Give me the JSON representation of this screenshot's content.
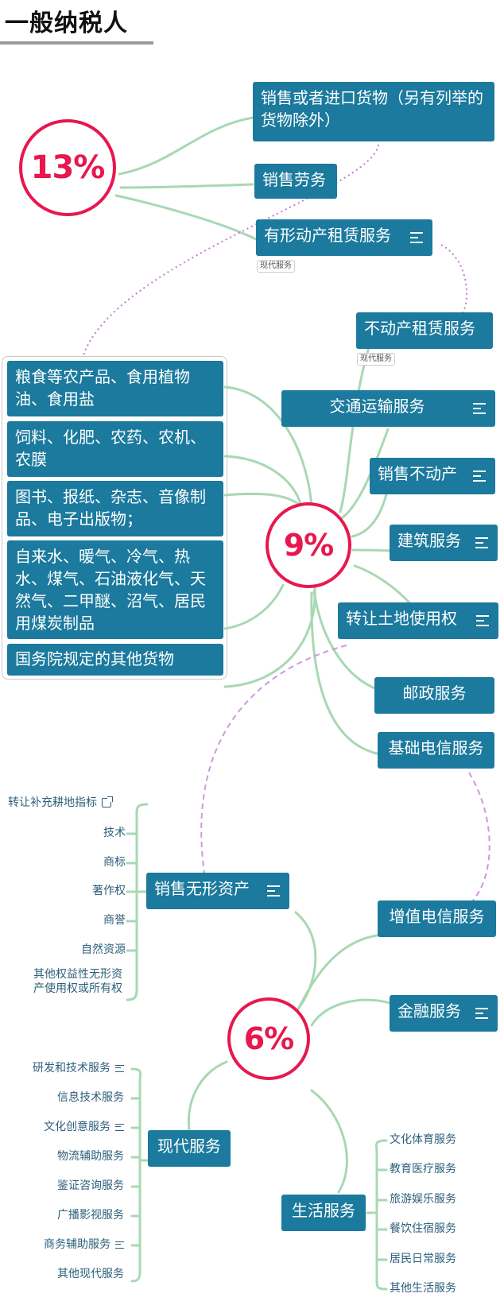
{
  "title": "一般纳税人",
  "colors": {
    "node_fill": "#1b7a9d",
    "rate_ring": "#e8174e",
    "connector": "#a8d8b3",
    "dotted_link": "#c07bd0"
  },
  "rates": {
    "r13": "13%",
    "r9": "9%",
    "r6": "6%"
  },
  "group13": {
    "goods": "销售或者进口货物（另有列举的货物除外）",
    "labor": "销售劳务",
    "tangible_lease": "有形动产租赁服务",
    "tangible_lease_tag": "现代服务"
  },
  "group9": {
    "realty_lease": "不动产租赁服务",
    "realty_lease_tag": "现代服务",
    "transport": "交通运输服务",
    "sell_realty": "销售不动产",
    "construction": "建筑服务",
    "land_use": "转让土地使用权",
    "postal": "邮政服务",
    "basic_telecom": "基础电信服务",
    "goods_list": [
      "粮食等农产品、食用植物油、食用盐",
      "饲料、化肥、农药、农机、农膜",
      "图书、报纸、杂志、音像制品、电子出版物；",
      "自来水、暖气、冷气、热水、煤气、石油液化气、天然气、二甲醚、沼气、居民用煤炭制品",
      "国务院规定的其他货物"
    ]
  },
  "group6": {
    "intangible": "销售无形资产",
    "intangible_items": [
      "转让补充耕地指标",
      "技术",
      "商标",
      "著作权",
      "商誉",
      "自然资源",
      "其他权益性无形资产使用权或所有权"
    ],
    "value_added_telecom": "增值电信服务",
    "financial": "金融服务",
    "modern": "现代服务",
    "modern_items": [
      "研发和技术服务",
      "信息技术服务",
      "文化创意服务",
      "物流辅助服务",
      "鉴证咨询服务",
      "广播影视服务",
      "商务辅助服务",
      "其他现代服务"
    ],
    "life": "生活服务",
    "life_items": [
      "文化体育服务",
      "教育医疗服务",
      "旅游娱乐服务",
      "餐饮住宿服务",
      "居民日常服务",
      "其他生活服务"
    ]
  },
  "icons": {
    "notes": "notes-icon",
    "external_link": "external-link-icon"
  }
}
